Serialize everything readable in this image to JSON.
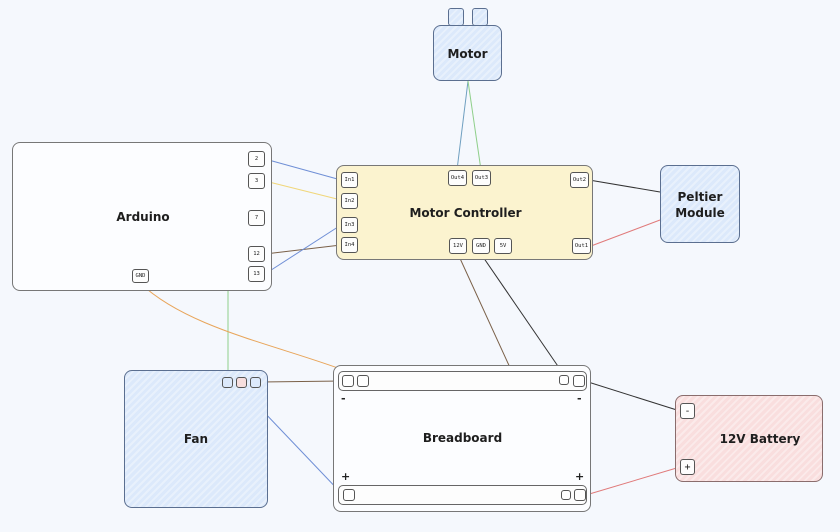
{
  "components": {
    "motor": {
      "label": "Motor"
    },
    "arduino": {
      "label": "Arduino"
    },
    "motor_controller": {
      "label": "Motor Controller"
    },
    "peltier": {
      "label": "Peltier\nModule"
    },
    "fan": {
      "label": "Fan"
    },
    "breadboard": {
      "label": "Breadboard"
    },
    "battery": {
      "label": "12V Battery"
    }
  },
  "arduino_pins": {
    "p2": "2",
    "p3": "3",
    "p7": "7",
    "p12": "12",
    "p13": "13",
    "gnd": "GND"
  },
  "controller_pins": {
    "in1": "In1",
    "in2": "In2",
    "in3": "In3",
    "in4": "In4",
    "out4": "Out4",
    "out3": "Out3",
    "out2": "Out2",
    "out1": "Out1",
    "v12": "12V",
    "gnd": "GND",
    "v5": "5V"
  },
  "battery_terminals": {
    "minus": "-",
    "plus": "+"
  },
  "breadboard_signs": {
    "minus": "-",
    "plus": "+"
  },
  "wire_colors": {
    "blue": "#6f8fd6",
    "yellow": "#f0d77a",
    "green": "#8fcf8a",
    "brown": "#7a6048",
    "orange": "#e8a55a",
    "black": "#333333",
    "red": "#e07a7a",
    "teal": "#6f9fc0"
  }
}
